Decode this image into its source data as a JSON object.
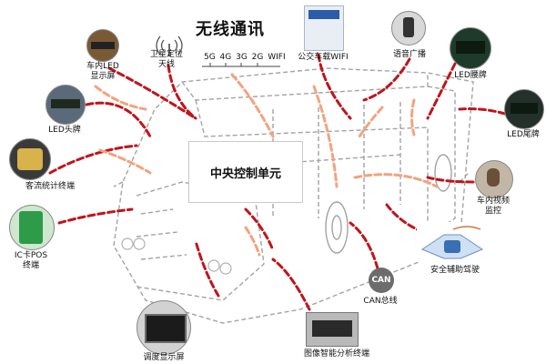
{
  "title": "无线通讯",
  "bands": "5G  4G  3G  2G  WIFI",
  "central_unit": "中央控制单元",
  "can_badge": "CAN",
  "labels": {
    "in_car_led": "车内LED",
    "in_car_led_2": "显示屏",
    "satellite": "卫星定位",
    "satellite_2": "天线",
    "bus_wifi": "公交车载WIFI",
    "voice": "语音广播",
    "led_waist": "LED腰牌",
    "led_head": "LED头牌",
    "led_tail": "LED尾牌",
    "passenger_counter": "客流统计终端",
    "in_car_video": "车内视频",
    "in_car_video_2": "监控",
    "ic_pos": "IC卡POS",
    "ic_pos_2": "终端",
    "adas": "安全辅助驾驶",
    "can_bus": "CAN总线",
    "dispatch_screen": "调度显示屏",
    "image_analysis": "图像智能分析终端"
  },
  "colors": {
    "red_dash": "#c0141c",
    "salmon_dash": "#f2a37f",
    "bus_outline": "#9a9a9a",
    "wave": "#4a4a4a"
  }
}
